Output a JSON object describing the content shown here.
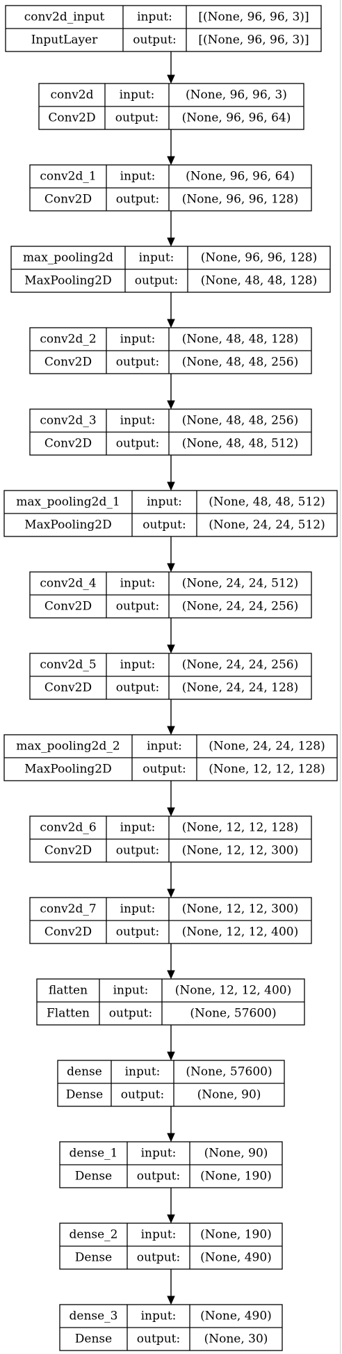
{
  "colors": {
    "stroke": "#000000",
    "background": "#ffffff",
    "text": "#000000"
  },
  "labels": {
    "input": "input:",
    "output": "output:"
  },
  "layers": [
    {
      "name": "conv2d_input",
      "type": "InputLayer",
      "input": "[(None, 96, 96, 3)]",
      "output": "[(None, 96, 96, 3)]"
    },
    {
      "name": "conv2d",
      "type": "Conv2D",
      "input": "(None, 96, 96, 3)",
      "output": "(None, 96, 96, 64)"
    },
    {
      "name": "conv2d_1",
      "type": "Conv2D",
      "input": "(None, 96, 96, 64)",
      "output": "(None, 96, 96, 128)"
    },
    {
      "name": "max_pooling2d",
      "type": "MaxPooling2D",
      "input": "(None, 96, 96, 128)",
      "output": "(None, 48, 48, 128)"
    },
    {
      "name": "conv2d_2",
      "type": "Conv2D",
      "input": "(None, 48, 48, 128)",
      "output": "(None, 48, 48, 256)"
    },
    {
      "name": "conv2d_3",
      "type": "Conv2D",
      "input": "(None, 48, 48, 256)",
      "output": "(None, 48, 48, 512)"
    },
    {
      "name": "max_pooling2d_1",
      "type": "MaxPooling2D",
      "input": "(None, 48, 48, 512)",
      "output": "(None, 24, 24, 512)"
    },
    {
      "name": "conv2d_4",
      "type": "Conv2D",
      "input": "(None, 24, 24, 512)",
      "output": "(None, 24, 24, 256)"
    },
    {
      "name": "conv2d_5",
      "type": "Conv2D",
      "input": "(None, 24, 24, 256)",
      "output": "(None, 24, 24, 128)"
    },
    {
      "name": "max_pooling2d_2",
      "type": "MaxPooling2D",
      "input": "(None, 24, 24, 128)",
      "output": "(None, 12, 12, 128)"
    },
    {
      "name": "conv2d_6",
      "type": "Conv2D",
      "input": "(None, 12, 12, 128)",
      "output": "(None, 12, 12, 300)"
    },
    {
      "name": "conv2d_7",
      "type": "Conv2D",
      "input": "(None, 12, 12, 300)",
      "output": "(None, 12, 12, 400)"
    },
    {
      "name": "flatten",
      "type": "Flatten",
      "input": "(None, 12, 12, 400)",
      "output": "(None, 57600)"
    },
    {
      "name": "dense",
      "type": "Dense",
      "input": "(None, 57600)",
      "output": "(None, 90)"
    },
    {
      "name": "dense_1",
      "type": "Dense",
      "input": "(None, 90)",
      "output": "(None, 190)"
    },
    {
      "name": "dense_2",
      "type": "Dense",
      "input": "(None, 190)",
      "output": "(None, 490)"
    },
    {
      "name": "dense_3",
      "type": "Dense",
      "input": "(None, 490)",
      "output": "(None, 30)"
    }
  ]
}
